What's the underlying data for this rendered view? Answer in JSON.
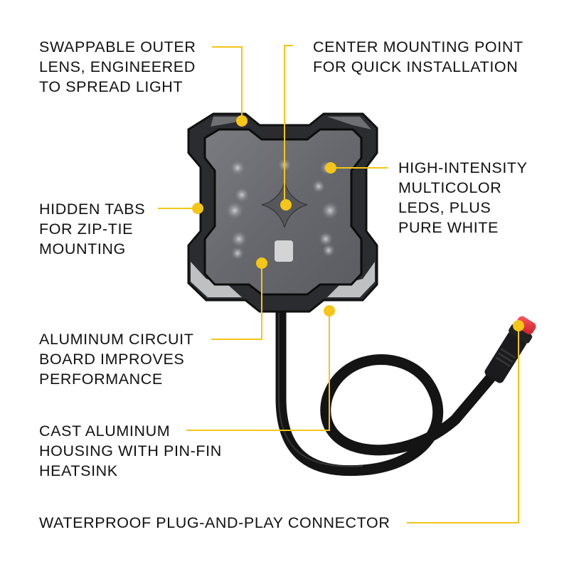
{
  "accent_color": "#F5C518",
  "callouts": [
    {
      "id": "outer-lens",
      "lines": [
        "SWAPPABLE OUTER",
        "LENS, ENGINEERED",
        "TO SPREAD LIGHT"
      ]
    },
    {
      "id": "center-mount",
      "lines": [
        "CENTER MOUNTING POINT",
        "FOR QUICK INSTALLATION"
      ]
    },
    {
      "id": "leds",
      "lines": [
        "HIGH-INTENSITY",
        "MULTICOLOR",
        "LEDS, PLUS",
        "PURE WHITE"
      ]
    },
    {
      "id": "hidden-tabs",
      "lines": [
        "HIDDEN TABS",
        "FOR ZIP-TIE",
        "MOUNTING"
      ]
    },
    {
      "id": "circuit-board",
      "lines": [
        "ALUMINUM CIRCUIT",
        "BOARD IMPROVES",
        "PERFORMANCE"
      ]
    },
    {
      "id": "housing",
      "lines": [
        "CAST ALUMINUM",
        "HOUSING WITH PIN-FIN",
        "HEATSINK"
      ]
    },
    {
      "id": "connector",
      "lines": [
        "WATERPROOF PLUG-AND-PLAY CONNECTOR"
      ]
    }
  ],
  "product": {
    "name": "LED rock light pod with cable and connector",
    "connector_cap_color": "#E0303A",
    "housing_color": "#2B2D31",
    "lens_color": "#6E7075"
  }
}
